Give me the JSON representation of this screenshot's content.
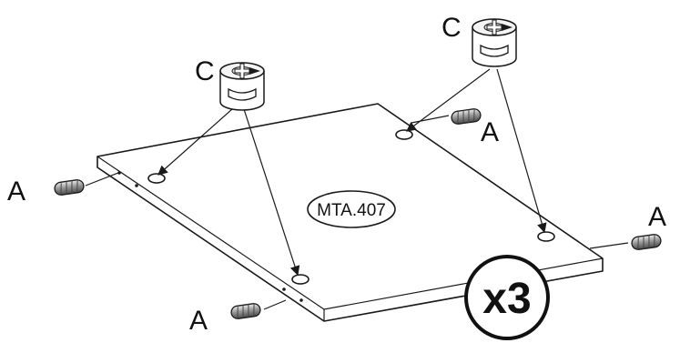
{
  "diagram": {
    "part_code": "MTA.407",
    "quantity": "x3",
    "labels": {
      "dowel": "A",
      "cam_lock": "C"
    },
    "icons": [
      "wooden-dowel-icon",
      "cam-lock-fitting-icon"
    ],
    "colors": {
      "ink": "#111111",
      "paper": "#ffffff",
      "dowel_shade": "#bdbdbd"
    }
  }
}
